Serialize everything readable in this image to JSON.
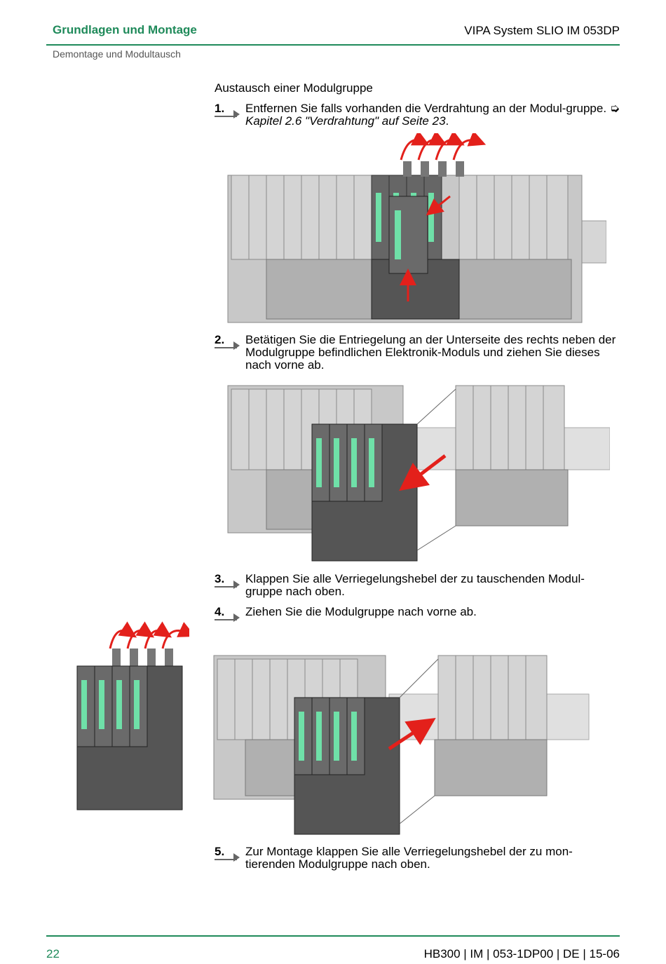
{
  "header": {
    "chapter": "Grundlagen und Montage",
    "product": "VIPA System SLIO IM 053DP",
    "section": "Demontage und Modultausch"
  },
  "section_title": "Austausch einer Modulgruppe",
  "steps": [
    {
      "num": "1.",
      "text": "Entfernen Sie falls vorhanden die Verdrahtung an der Modul-gruppe. ",
      "ref": "Kapitel 2.6 \"Verdrahtung\" auf Seite 23"
    },
    {
      "num": "2.",
      "text": "Betätigen Sie die Entriegelung an der Unterseite des rechts neben der Modulgruppe befindlichen Elektronik-Moduls und ziehen Sie dieses nach vorne ab."
    },
    {
      "num": "3.",
      "text": "Klappen Sie alle Verriegelungshebel der zu tauschenden Modul-gruppe nach oben."
    },
    {
      "num": "4.",
      "text": "Ziehen Sie die Modulgruppe nach vorne ab."
    },
    {
      "num": "5.",
      "text": "Zur Montage klappen Sie alle Verriegelungshebel der zu mon-tierenden Modulgruppe nach oben."
    }
  ],
  "colors": {
    "accent": "#1f8a5a",
    "module_green": "#6fe0a8",
    "arrow_red": "#e3201b"
  },
  "footer": {
    "page": "22",
    "doc": "HB300 | IM | 053-1DP00 | DE | 15-06"
  }
}
